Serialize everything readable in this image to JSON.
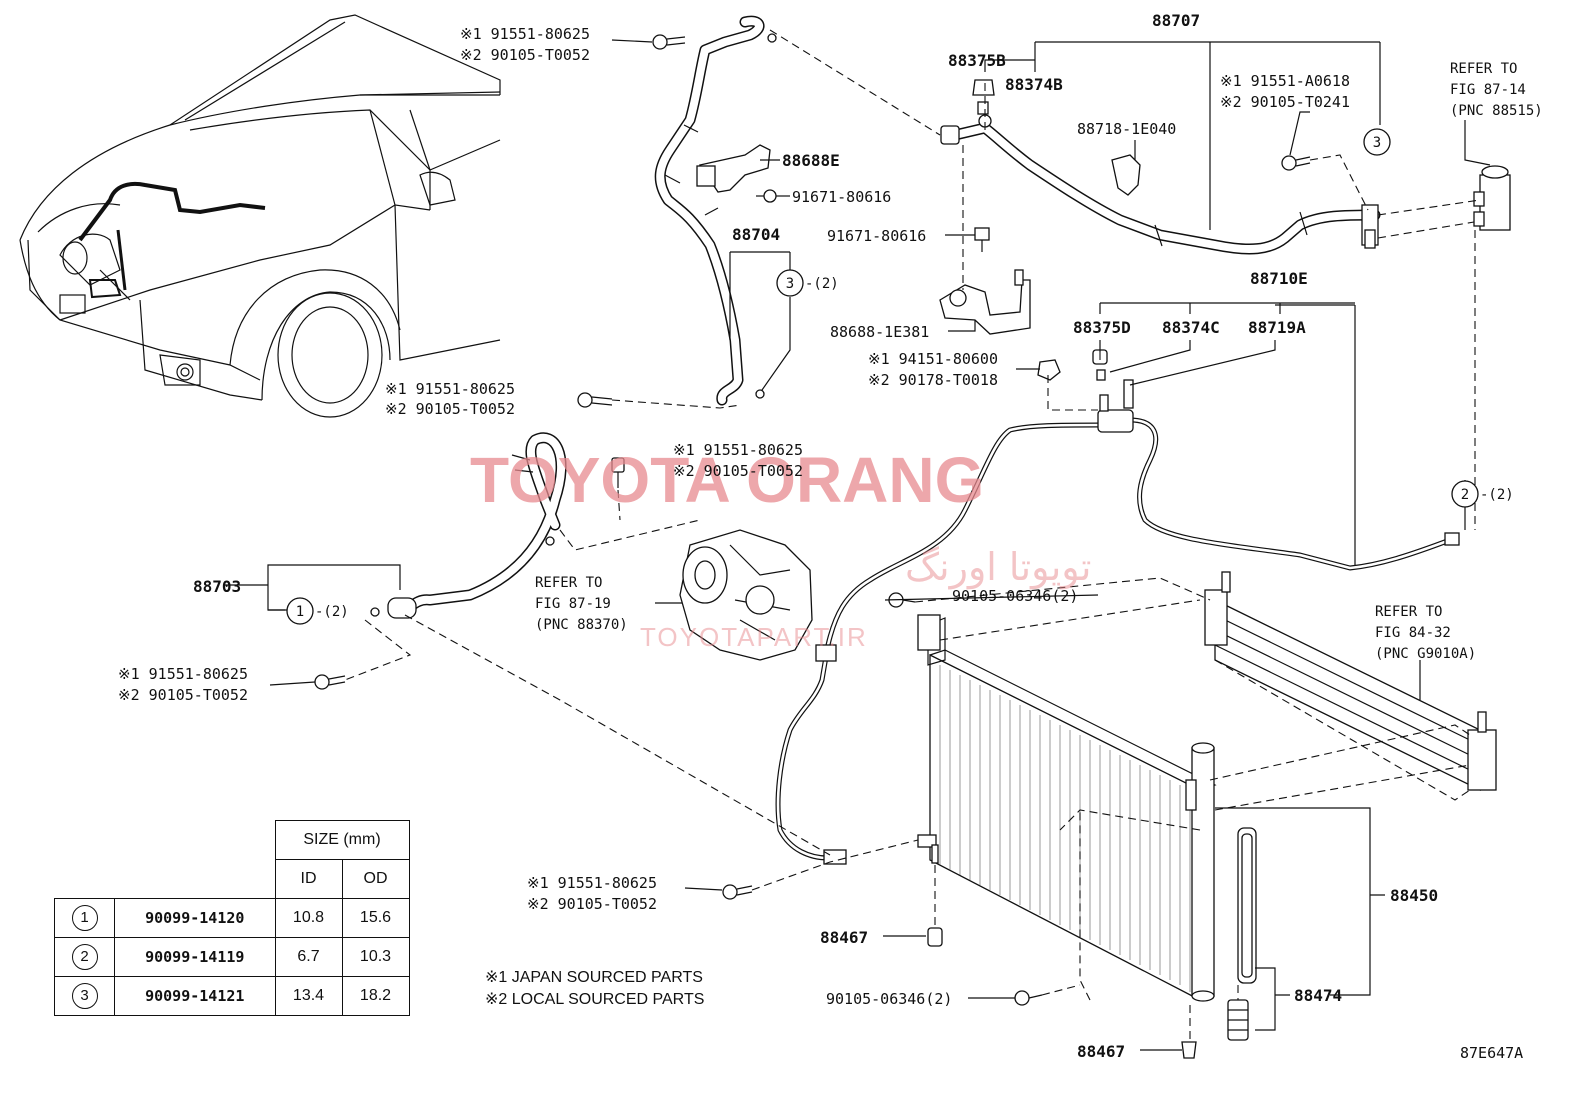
{
  "watermark": {
    "main": "TOYOTA ORANG",
    "persian": "تویوتا اورنگ",
    "site": "TOYOTAPART.IR"
  },
  "diagram_code": "87E647A",
  "labels": {
    "p88707": "88707",
    "p88375B": "88375B",
    "p88374B": "88374B",
    "p88718": "88718-1E040",
    "p88688E": "88688E",
    "p91671a": "91671-80616",
    "p91671b": "91671-80616",
    "p88704": "88704",
    "p88688_1E381": "88688-1E381",
    "p88710E": "88710E",
    "p88375D": "88375D",
    "p88374C": "88374C",
    "p88719A": "88719A",
    "p88703": "88703",
    "p90105_06346_a": "90105-06346(2)",
    "p90105_06346_b": "90105-06346(2)",
    "p88450": "88450",
    "p88467_a": "88467",
    "p88467_b": "88467",
    "p88474": "88474"
  },
  "bolt_pairs": {
    "top_left": {
      "l1": "※1 91551-80625",
      "l2": "※2 90105-T0052"
    },
    "top_right": {
      "l1": "※1 91551-A0618",
      "l2": "※2 90105-T0241"
    },
    "mid_left": {
      "l1": "※1 91551-80625",
      "l2": "※2 90105-T0052"
    },
    "nut": {
      "l1": "※1 94151-80600",
      "l2": "※2 90178-T0018"
    },
    "center": {
      "l1": "※1 91551-80625",
      "l2": "※2 90105-T0052"
    },
    "lower_left": {
      "l1": "※1 91551-80625",
      "l2": "※2 90105-T0052"
    },
    "bottom": {
      "l1": "※1 91551-80625",
      "l2": "※2 90105-T0052"
    }
  },
  "refer": {
    "fig87_14": {
      "l1": "REFER TO",
      "l2": "FIG 87-14",
      "l3": "(PNC 88515)"
    },
    "fig87_19": {
      "l1": "REFER TO",
      "l2": "FIG 87-19",
      "l3": "(PNC 88370)"
    },
    "fig84_32": {
      "l1": "REFER TO",
      "l2": "FIG 84-32",
      "l3": "(PNC G9010A)"
    }
  },
  "callouts": {
    "c3_top": "3",
    "c3_mid": "3",
    "c3_mid_qty": "-(2)",
    "c2_right": "2",
    "c2_right_qty": "-(2)",
    "c1_left": "1",
    "c1_left_qty": "-(2)"
  },
  "notes": {
    "n1": "※1 JAPAN SOURCED PARTS",
    "n2": "※2 LOCAL SOURCED PARTS"
  },
  "size_table": {
    "header_group": "SIZE (mm)",
    "col_id": "ID",
    "col_od": "OD",
    "rows": [
      {
        "ref": "1",
        "part": "90099-14120",
        "id": "10.8",
        "od": "15.6"
      },
      {
        "ref": "2",
        "part": "90099-14119",
        "id": "6.7",
        "od": "10.3"
      },
      {
        "ref": "3",
        "part": "90099-14121",
        "id": "13.4",
        "od": "18.2"
      }
    ]
  }
}
